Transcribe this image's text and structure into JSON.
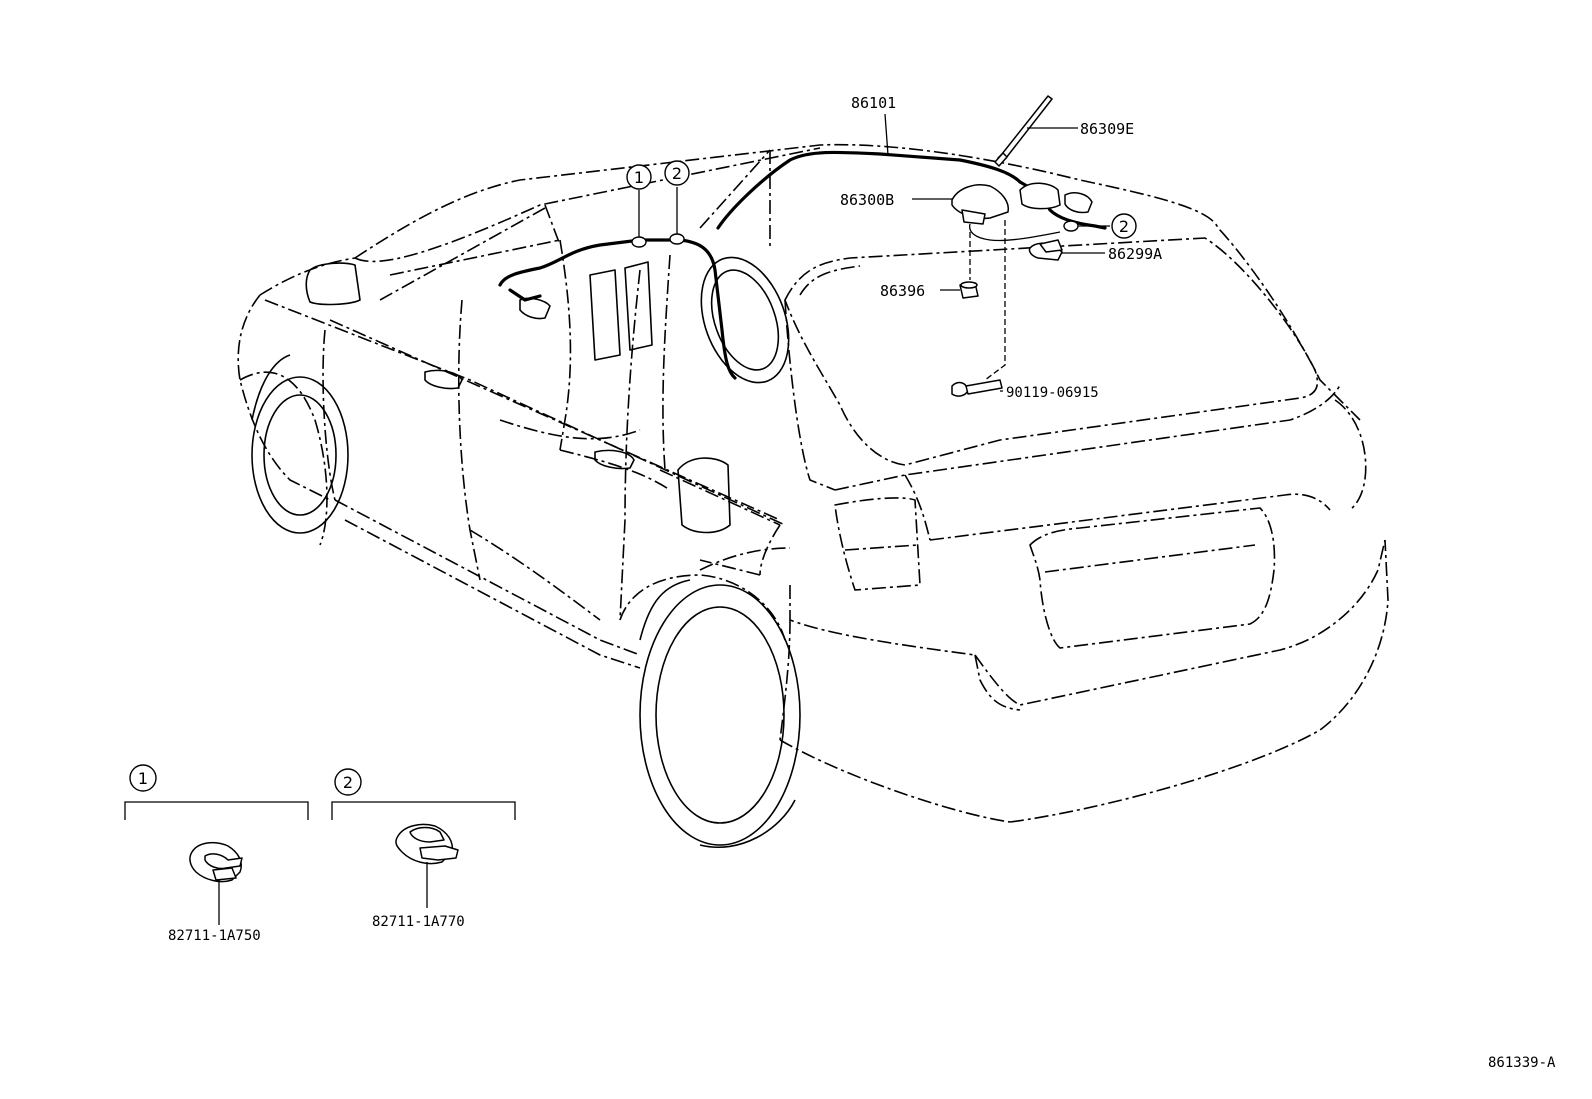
{
  "diagram_id": "861339-A",
  "parts": {
    "roof_cable": "86101",
    "rod_antenna": "86309E",
    "antenna_base": "86300B",
    "clamp": "86299A",
    "grommet": "86396",
    "bolt": "90119-06915"
  },
  "callouts": {
    "one": "1",
    "two": "2"
  },
  "detail_boxes": [
    {
      "callout": "1",
      "part_no": "82711-1A750"
    },
    {
      "callout": "2",
      "part_no": "82711-1A770"
    }
  ]
}
